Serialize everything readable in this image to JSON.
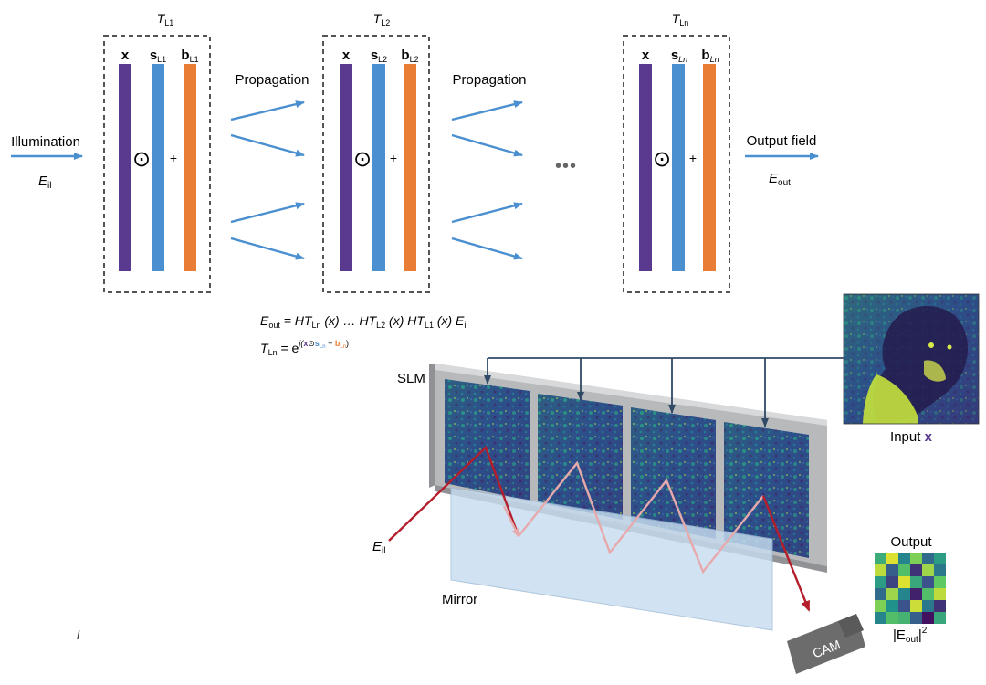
{
  "layers": [
    {
      "T_sub": "L1",
      "s_sub": "L1",
      "b_sub": "L1",
      "x": "x",
      "s": "s",
      "b": "b",
      "T": "T"
    },
    {
      "T_sub": "L2",
      "s_sub": "L2",
      "b_sub": "L2",
      "x": "x",
      "s": "s",
      "b": "b",
      "T": "T"
    },
    {
      "T_sub": "Ln",
      "s_sub": "Ln",
      "b_sub": "Ln",
      "x": "x",
      "s": "s",
      "b": "b",
      "T": "T"
    }
  ],
  "ops": {
    "hadamard": "⊙",
    "plus": "+"
  },
  "labels": {
    "illumination": "Illumination",
    "E_il_main": "E",
    "E_il_sub": "il",
    "propagation": "Propagation",
    "ellipsis": "•••",
    "output_field": "Output field",
    "E_out_main": "E",
    "E_out_sub": "out",
    "slm": "SLM",
    "mirror": "Mirror",
    "input_label": "Input",
    "input_x": "x",
    "output": "Output",
    "cam": "CAM",
    "E_il_lower_main": "E",
    "E_il_lower_sub": "il",
    "Eout_abs": "|E",
    "Eout_abs_sub": "out",
    "Eout_abs_end": "|",
    "Eout_sq": "2",
    "stray": "l"
  },
  "equations": {
    "line1": {
      "E": "E",
      "out": "out",
      "eq": " = HT",
      "Ln": "Ln",
      "x1": " (x) … HT",
      "L2": "L2",
      "x2": " (x) HT",
      "L1": "L1",
      "x3": " (x) E",
      "il": "il"
    },
    "line2": {
      "T": "T",
      "Ln": "Ln",
      "eq": " = e",
      "j": "j(",
      "x": "x",
      "odot": "⊙",
      "s": "s",
      "sLn": "Ln",
      "plus": " + ",
      "b": "b",
      "bLn": "Ln",
      "close": ")"
    }
  },
  "colors": {
    "x_bar": "#5a3a8e",
    "s_bar": "#4a8fd0",
    "b_bar": "#ea7d35",
    "arrow_blue": "#4a8fd0",
    "slm_frame": "#a5a7aa",
    "mirror": "#c7ddf0",
    "beam_red": "#b41d2b",
    "beam_pink": "#e6a9ac",
    "connector": "#2f4a67",
    "cam": "#6c6c6c"
  },
  "output_grid": {
    "rows": 6,
    "cols": 6,
    "values": [
      [
        0.62,
        0.95,
        0.45,
        0.8,
        0.35,
        0.55
      ],
      [
        0.9,
        0.3,
        0.7,
        0.15,
        0.85,
        0.4
      ],
      [
        0.55,
        0.2,
        0.95,
        0.6,
        0.25,
        0.75
      ],
      [
        0.35,
        0.85,
        0.45,
        0.1,
        0.7,
        0.9
      ],
      [
        0.8,
        0.5,
        0.25,
        0.92,
        0.4,
        0.15
      ],
      [
        0.45,
        0.7,
        0.65,
        0.3,
        0.05,
        0.6
      ]
    ]
  }
}
